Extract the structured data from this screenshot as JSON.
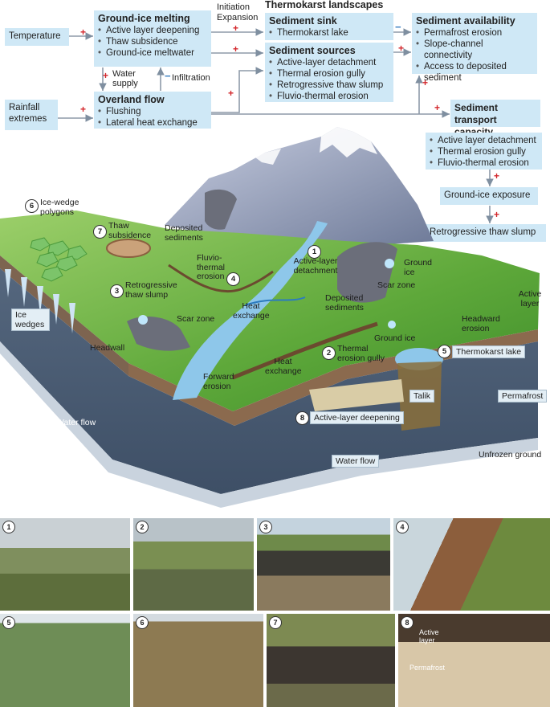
{
  "flow": {
    "temperature": "Temperature",
    "rainfall": "Rainfall extremes",
    "ground_ice_melting": {
      "title": "Ground-ice melting",
      "items": [
        "Active layer deepening",
        "Thaw subsidence",
        "Ground-ice meltwater"
      ]
    },
    "overland_flow": {
      "title": "Overland flow",
      "items": [
        "Flushing",
        "Lateral heat exchange"
      ]
    },
    "thermokarst_title": "Thermokarst landscapes",
    "initiation": "Initiation",
    "expansion": "Expansion",
    "sediment_sink": {
      "title": "Sediment sink",
      "items": [
        "Thermokarst lake"
      ]
    },
    "sediment_sources": {
      "title": "Sediment sources",
      "items": [
        "Active-layer detachment",
        "Thermal erosion gully",
        "Retrogressive thaw slump",
        "Fluvio-thermal erosion"
      ]
    },
    "sediment_availability": {
      "title": "Sediment availability",
      "items": [
        "Permafrost erosion",
        "Slope-channel connectivity",
        "Access to deposited sediment"
      ]
    },
    "transport_capacity": "Sediment transport capacity",
    "water_supply": "Water supply",
    "infiltration": "Infiltration",
    "plus": "+",
    "minus": "−"
  },
  "side_chain": {
    "list": [
      "Active layer detachment",
      "Thermal erosion gully",
      "Fluvio-thermal erosion"
    ],
    "ground_ice_exposure": "Ground-ice exposure",
    "slump": "Retrogressive thaw slump"
  },
  "diagram": {
    "ice_wedge_polygons": "Ice-wedge polygons",
    "thaw_subsidence": "Thaw subsidence",
    "deposited_sediments_top": "Deposited sediments",
    "fluvio_thermal": "Fluvio-thermal erosion",
    "active_layer_detachment": "Active-layer detachment",
    "ground_ice_top": "Ground ice",
    "scar_zone_right": "Scar zone",
    "deposited_sediments_right": "Deposited sediments",
    "retrogressive": "Retrogressive thaw slump",
    "heat_exchange_1": "Heat exchange",
    "scar_zone_left": "Scar zone",
    "headwall": "Headwall",
    "ice_wedges": "Ice wedges",
    "active_layer": "Active layer",
    "headward_erosion": "Headward erosion",
    "ground_ice_mid": "Ground ice",
    "thermal_gully": "Thermal erosion gully",
    "thermokarst_lake": "Thermokarst lake",
    "heat_exchange_2": "Heat exchange",
    "forward_erosion": "Forward erosion",
    "talik": "Talik",
    "permafrost": "Permafrost",
    "active_layer_deepening": "Active-layer deepening",
    "water_flow_left": "Water flow",
    "water_flow_bottom": "Water flow",
    "unfrozen_ground": "Unfrozen ground",
    "numbers": [
      "1",
      "2",
      "3",
      "4",
      "5",
      "6",
      "7",
      "8"
    ]
  },
  "photos": {
    "numbers": [
      "1",
      "2",
      "3",
      "4",
      "5",
      "6",
      "7",
      "8"
    ],
    "p8_active": "Active layer",
    "p8_perma": "Permafrost"
  }
}
